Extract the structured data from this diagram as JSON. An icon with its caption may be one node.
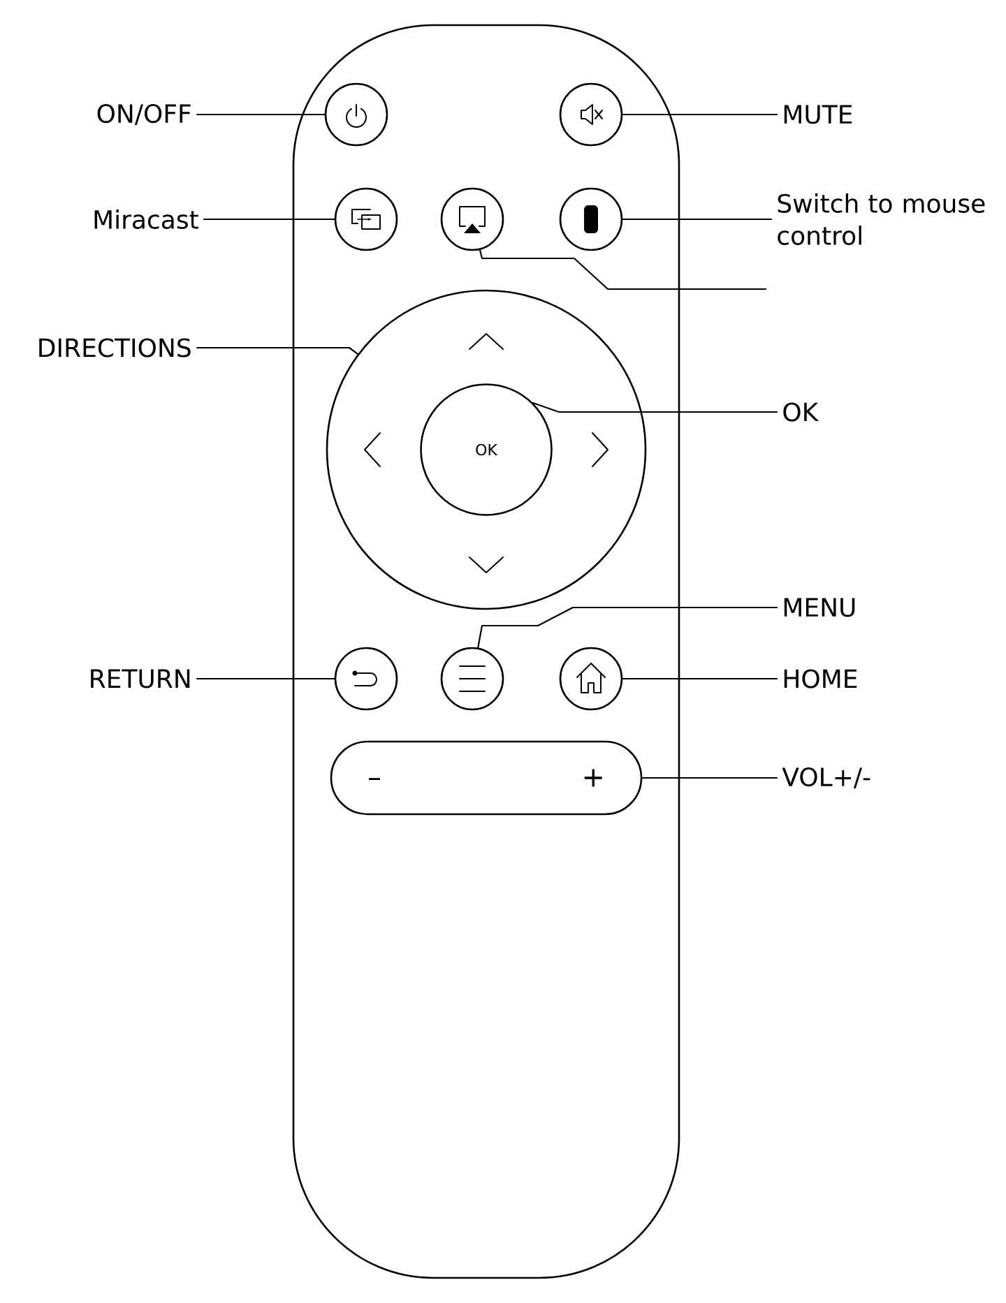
{
  "diagram": {
    "nodes": [
      {
        "text": [
          "ON/OFF"
        ]
      },
      {
        "text": [],
        "shape": "circle"
      },
      {
        "text": [
          "MUTE"
        ]
      },
      {
        "text": [],
        "shape": "circle"
      },
      {
        "text": [
          "Miracast"
        ]
      },
      {
        "text": [],
        "shape": "circle"
      },
      {
        "text": [],
        "shape": "circle"
      },
      {
        "text": [
          "Switch to mouse control"
        ]
      },
      {
        "text": [],
        "shape": "circle"
      },
      {
        "text": [
          "DIRECTIONS"
        ]
      },
      {
        "text": [],
        "shape": "circle"
      },
      {
        "text": [
          "OK"
        ]
      },
      {
        "text": [
          "OK"
        ],
        "in": 10
      },
      {
        "text": [
          "RETURN"
        ]
      },
      {
        "text": [
          "MENU"
        ]
      },
      {
        "text": [],
        "shape": "circle"
      },
      {
        "text": [],
        "shape": "circle"
      },
      {
        "text": [
          "HOME"
        ]
      },
      {
        "text": [],
        "shape": "circle"
      },
      {
        "text": [
          "VOL+/-"
        ]
      },
      {
        "text": [
          "–",
          "+"
        ]
      }
    ],
    "edges": [
      {
        "from": 0,
        "to": 1,
        "arrow": "none"
      },
      {
        "from": 2,
        "to": 3,
        "arrow": "none"
      },
      {
        "from": 4,
        "to": 5,
        "arrow": "none"
      },
      {
        "from": 7,
        "to": 8,
        "arrow": "none"
      },
      {
        "from": null,
        "to": 6,
        "arrow": "none"
      },
      {
        "from": 9,
        "to": 10,
        "arrow": "none"
      },
      {
        "from": 11,
        "to": 12,
        "arrow": "none"
      },
      {
        "from": 13,
        "to": 15,
        "arrow": "none"
      },
      {
        "from": 14,
        "to": 16,
        "arrow": "none"
      },
      {
        "from": 17,
        "to": 18,
        "arrow": "none"
      },
      {
        "from": 19,
        "to": 20,
        "arrow": "none"
      }
    ]
  }
}
